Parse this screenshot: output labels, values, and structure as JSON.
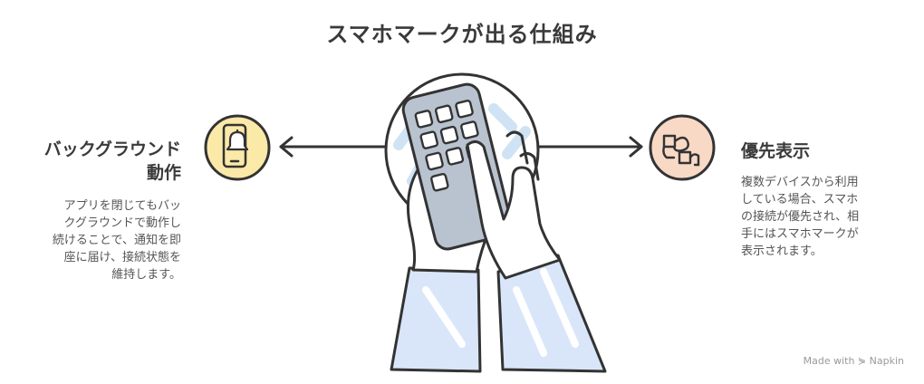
{
  "title": "スマホマークが出る仕組み",
  "left": {
    "heading_line1": "バックグラウンド",
    "heading_line2": "動作",
    "body_lines": [
      "アプリを閉じてもバッ",
      "クグラウンドで動作し",
      "続けることで、通知を即",
      "座に届け、接続状態を",
      "維持します。"
    ],
    "icon": "phone-bell-icon",
    "icon_bg": "#fbe9a8"
  },
  "right": {
    "heading": "優先表示",
    "body_lines": [
      "複数デバイスから利用",
      "している場合、スマホ",
      "の接続が優先され、相",
      "手にはスマホマークが",
      "表示されます。"
    ],
    "icon": "linked-devices-icon",
    "icon_bg": "#f8d9c6"
  },
  "watermark": "Made with ⋟ Napkin",
  "colors": {
    "line": "#333333",
    "phone_bg": "#b9c3cf",
    "sleeve": "#d9e6fa",
    "skin": "#ffffff",
    "center_fill": "#dfeefa"
  }
}
